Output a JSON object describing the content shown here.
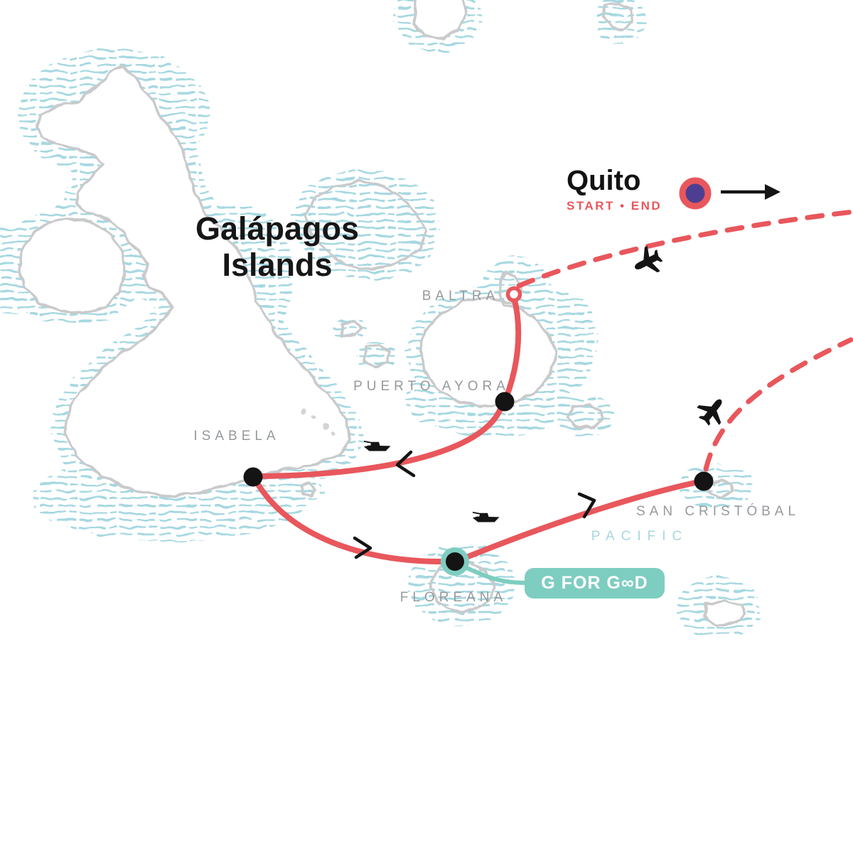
{
  "title": {
    "line1": "Galápagos",
    "line2": "Islands"
  },
  "start_end": {
    "city": "Quito",
    "caption": "START • END"
  },
  "island_labels": {
    "baltra": "BALTRA",
    "puerto_ayora": "PUERTO AYORA",
    "isabela": "ISABELA",
    "san_cristobal": "SAN CRISTÓBAL",
    "floreana": "FLOREANA"
  },
  "ocean_label": "PACIFIC",
  "badge": {
    "label": "G FOR GOOD",
    "display_text": "G FOR G∞D"
  },
  "icons": {
    "plane": "plane-icon",
    "boat": "boat-icon",
    "chevron": "route-direction-chevron",
    "arrow": "flight-direction-arrow"
  },
  "colors": {
    "route_red": "#e8575c",
    "water_hatch_teal": "#a6d8e1",
    "badge_teal": "#7ecdc1",
    "island_outline_gray": "#c9cacc",
    "label_gray": "#96999c",
    "ocean_text_teal": "#a9d6e0",
    "marker_purple": "#4e3e91",
    "stop_dot_black": "#141414"
  }
}
